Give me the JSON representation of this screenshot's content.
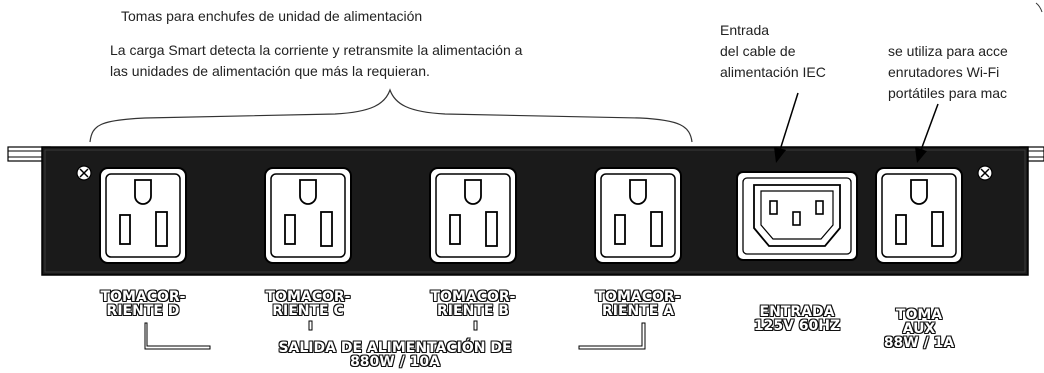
{
  "callouts": {
    "top_title": "Tomas para enchufes de unidad de alimentación",
    "smart_line1": "La carga Smart detecta la corriente y retransmite la alimentación a",
    "smart_line2": "las unidades de alimentación que más la requieran.",
    "iec_line1": "Entrada",
    "iec_line2": "del cable de",
    "iec_line3": "alimentación IEC",
    "aux_line1": "se utiliza para acce",
    "aux_line2": "enrutadores Wi-Fi",
    "aux_line3": "portátiles para mac"
  },
  "panel_labels": {
    "outlet_d": [
      "TOMACOR-",
      "RIENTE D"
    ],
    "outlet_c": [
      "TOMACOR-",
      "RIENTE C"
    ],
    "outlet_b": [
      "TOMACOR-",
      "RIENTE B"
    ],
    "outlet_a": [
      "TOMACOR-",
      "RIENTE A"
    ],
    "power_output": [
      "SALIDA DE ALIMENTACIÓN DE",
      "880W / 10A"
    ],
    "input": [
      "ENTRADA",
      "125V 60HZ"
    ],
    "aux": [
      "TOMA",
      "AUX",
      "88W / 1A"
    ]
  },
  "colors": {
    "panel": "#1a1a1a",
    "outline": "#000000",
    "background": "#ffffff"
  },
  "icons": [
    "screw-icon",
    "nema-outlet-icon",
    "iec-c14-inlet-icon"
  ]
}
